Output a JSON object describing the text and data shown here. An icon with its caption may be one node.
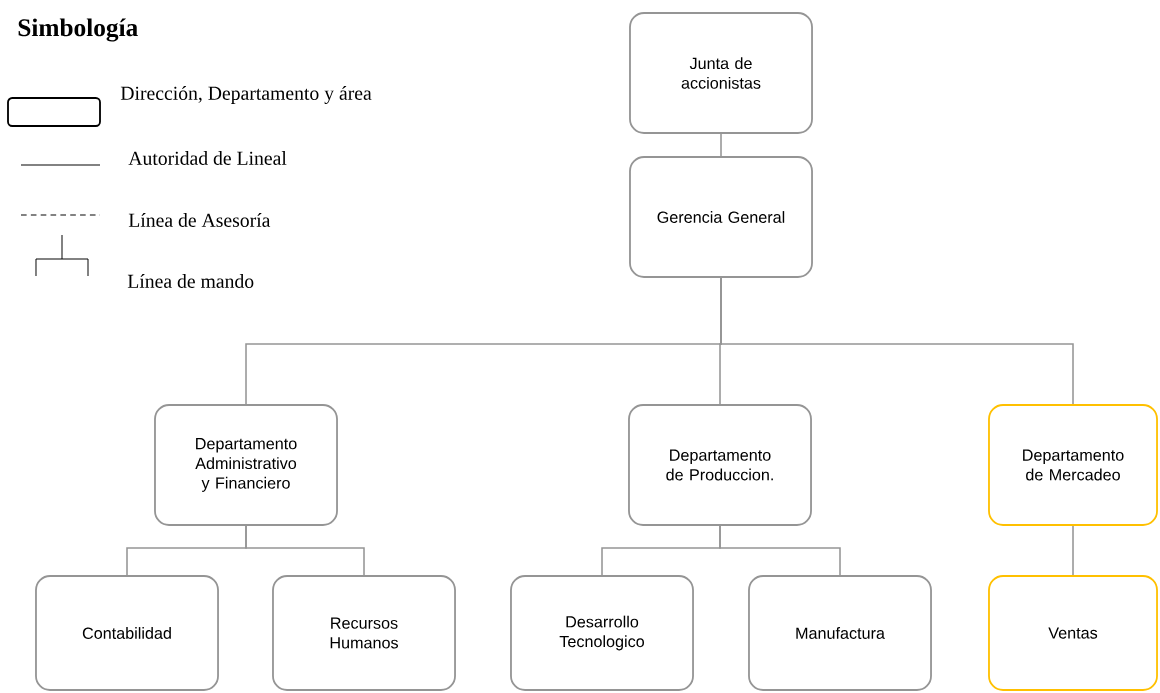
{
  "diagram": {
    "title": "Simbología",
    "nodes": [
      {
        "text": [
          "Junta de accionistas"
        ]
      },
      {
        "text": [
          "Gerencia General"
        ]
      },
      {
        "text": [
          "Departamento Administrativo y Financiero"
        ]
      },
      {
        "text": [
          "Departamento de Produccion."
        ]
      },
      {
        "text": [
          "Departamento de Mercadeo"
        ]
      },
      {
        "text": [
          "Contabilidad"
        ]
      },
      {
        "text": [
          "Recursos Humanos"
        ]
      },
      {
        "text": [
          "Desarrollo Tecnologico"
        ]
      },
      {
        "text": [
          "Manufactura"
        ]
      },
      {
        "text": [
          "Ventas"
        ]
      }
    ],
    "edges": [
      {
        "from": 0,
        "to": 1,
        "arrow": "none"
      },
      {
        "from": 1,
        "to": 2,
        "arrow": "none"
      },
      {
        "from": 1,
        "to": 3,
        "arrow": "none"
      },
      {
        "from": 1,
        "to": 4,
        "arrow": "none"
      },
      {
        "from": 2,
        "to": 5,
        "arrow": "none"
      },
      {
        "from": 2,
        "to": 6,
        "arrow": "none"
      },
      {
        "from": 3,
        "to": 7,
        "arrow": "none"
      },
      {
        "from": 3,
        "to": 8,
        "arrow": "none"
      },
      {
        "from": 4,
        "to": 9,
        "arrow": "none"
      }
    ],
    "legend": [
      {
        "text": "Dirección, Departamento y área"
      },
      {
        "text": "Autoridad de Lineal"
      },
      {
        "text": "Línea de Asesoría"
      },
      {
        "text": "Línea de mando"
      }
    ]
  }
}
